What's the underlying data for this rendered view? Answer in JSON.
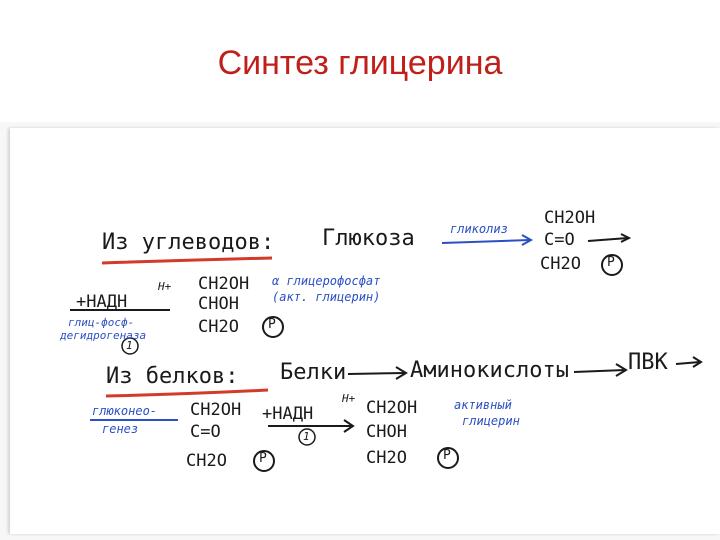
{
  "slide": {
    "title": "Синтез глицерина",
    "accent_color": "#c0201a",
    "ink_dark": "#1a1a1a",
    "ink_blue": "#2b4fc4",
    "underline_red": "#d23a2a"
  },
  "diagram": {
    "carbs": {
      "heading": "Из углеводов:",
      "source": "Глюкоза",
      "arrow_label": "гликолиз",
      "dhap": [
        "CH2OH",
        "C=O",
        "CH2O"
      ],
      "cofactor": "+НАДН",
      "cofactor_h": "Н+",
      "enzyme": [
        "глиц-фосф-",
        "дегидрогеназа"
      ],
      "enzyme_num": "1",
      "product": [
        "CH2OH",
        "CHOH",
        "CH2O"
      ],
      "product_label": [
        "α глицерофосфат",
        "(акт. глицерин)"
      ]
    },
    "proteins": {
      "heading": "Из белков:",
      "chain": [
        "Белки",
        "Аминокислоты",
        "ПВК"
      ],
      "process": [
        "глюконео-",
        "генез"
      ],
      "dhap": [
        "CH2OH",
        "C=O",
        "CH2O"
      ],
      "cofactor": "+НАДН",
      "cofactor_h": "Н+",
      "enzyme_num": "1",
      "product": [
        "CH2OH",
        "CHOH",
        "CH2O"
      ],
      "product_label": [
        "активный",
        "глицерин"
      ]
    },
    "phosphate": "P"
  }
}
